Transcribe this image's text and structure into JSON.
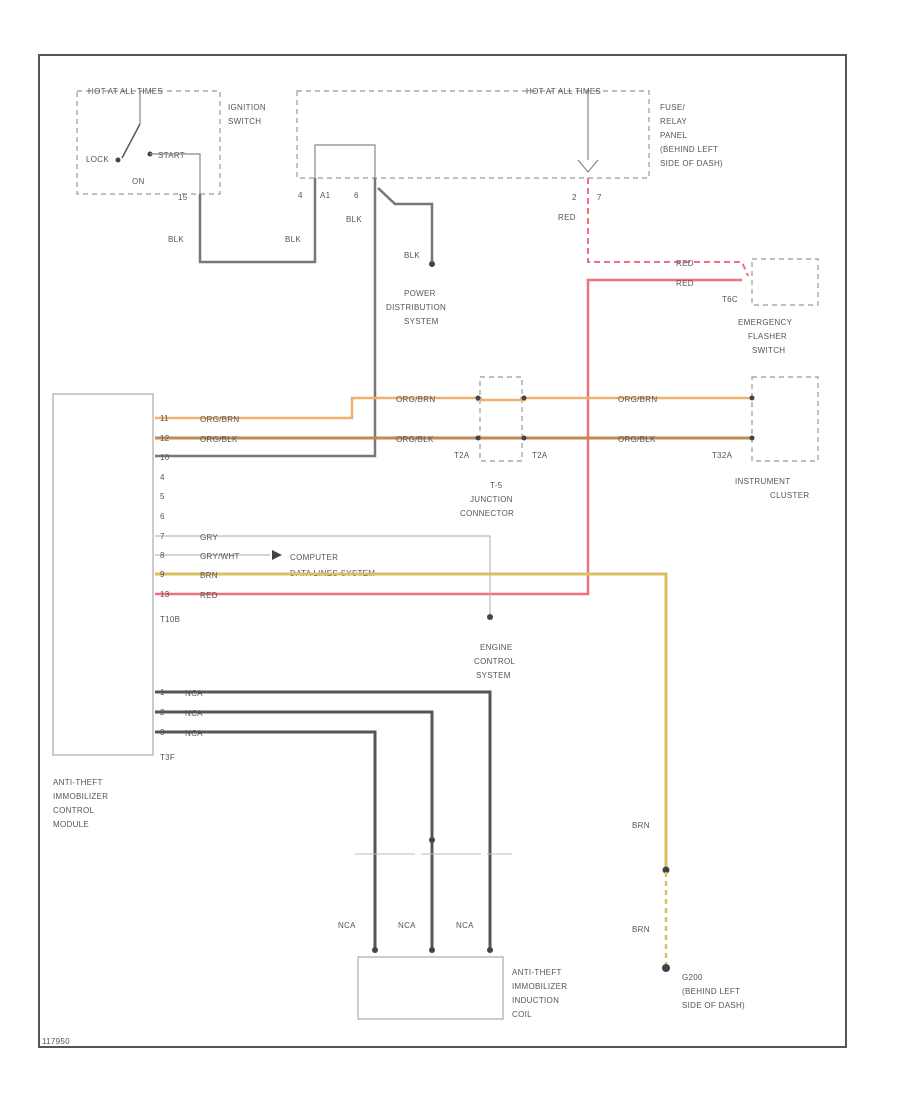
{
  "diagram": {
    "ignition": {
      "hot_label": "HOT AT ALL TIMES",
      "name_lines": [
        "IGNITION",
        "SWITCH"
      ],
      "lock": "LOCK",
      "start": "START",
      "on": "ON",
      "pin": "15"
    },
    "fuse_panel": {
      "hot_label": "HOT AT ALL TIMES",
      "name_lines": [
        "FUSE/",
        "RELAY",
        "PANEL",
        "(BEHIND LEFT",
        "SIDE OF DASH)"
      ],
      "pin_4": "4",
      "pin_a1": "A1",
      "pin_6": "6",
      "pin_2": "2",
      "pin_7": "7"
    },
    "power_distribution": {
      "name_lines": [
        "POWER",
        "DISTRIBUTION",
        "SYSTEM"
      ]
    },
    "emergency_flasher": {
      "name_lines": [
        "EMERGENCY",
        "FLASHER",
        "SWITCH"
      ],
      "connector": "T6C"
    },
    "junction": {
      "name_lines": [
        "T-5",
        "JUNCTION",
        "CONNECTOR"
      ],
      "conn_left": "T2A",
      "conn_right": "T2A"
    },
    "instrument_cluster": {
      "name_lines": [
        "INSTRUMENT",
        "CLUSTER"
      ],
      "connector": "T32A"
    },
    "module": {
      "name_lines": [
        "ANTI-THEFT",
        "IMMOBILIZER",
        "CONTROL",
        "MODULE"
      ],
      "connector_main": "T10B",
      "connector_aux": "T3F",
      "pins": [
        "11",
        "12",
        "10",
        "4",
        "5",
        "6",
        "7",
        "8",
        "9",
        "13"
      ],
      "aux_pins": [
        "1",
        "2",
        "3"
      ]
    },
    "computer_data": {
      "name_lines": [
        "COMPUTER",
        "DATA LINES SYSTEM"
      ]
    },
    "engine_control": {
      "name_lines": [
        "ENGINE",
        "CONTROL",
        "SYSTEM"
      ]
    },
    "induction_coil": {
      "name_lines": [
        "ANTI-THEFT",
        "IMMOBILIZER",
        "INDUCTION",
        "COIL"
      ]
    },
    "ground": {
      "name_lines": [
        "G200",
        "(BEHIND LEFT",
        "SIDE OF DASH)"
      ]
    },
    "wires": {
      "blk": "BLK",
      "red": "RED",
      "org_brn": "ORG/BRN",
      "org_blk": "ORG/BLK",
      "gry": "GRY",
      "gry_wht": "GRY/WHT",
      "brn": "BRN",
      "nca": "NCA"
    },
    "footer_code": "117950"
  }
}
